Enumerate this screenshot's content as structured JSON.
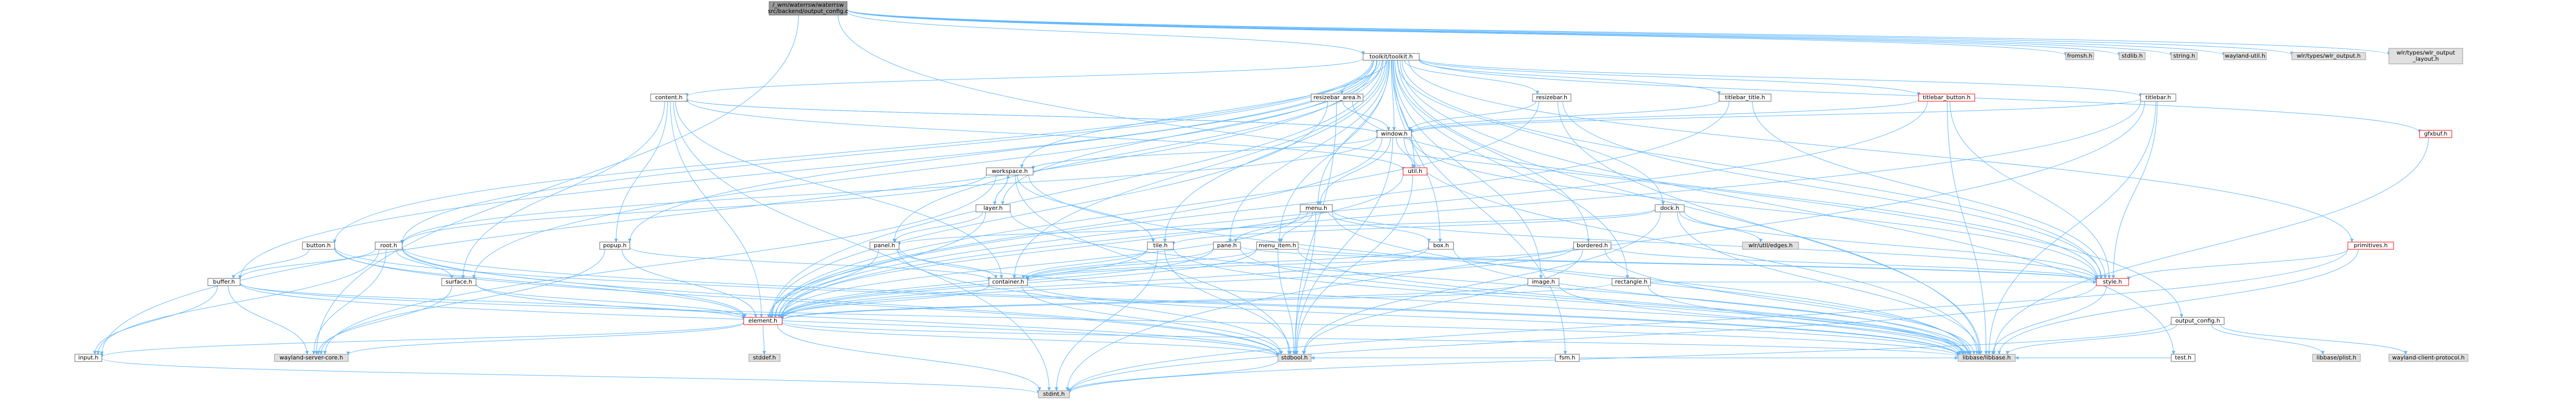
{
  "diagram": {
    "nodes": [
      {
        "id": "root_file",
        "label": "/_wm/waterrsw/waterrsw\nsrc/backend/output_config.c",
        "style": "current"
      },
      {
        "id": "toolkit",
        "label": "toolkit/toolkit.h",
        "style": "normal"
      },
      {
        "id": "fromsh",
        "label": "fromsh.h",
        "style": "gray"
      },
      {
        "id": "stdlib",
        "label": "stdlib.h",
        "style": "gray"
      },
      {
        "id": "string",
        "label": "string.h",
        "style": "gray"
      },
      {
        "id": "wayland_util",
        "label": "wayland-util.h",
        "style": "gray"
      },
      {
        "id": "wlr_output",
        "label": "wlr/types/wlr_output.h",
        "style": "gray"
      },
      {
        "id": "wlr_output_layout",
        "label": "wlr/types/wlr_output\n_layout.h",
        "style": "gray"
      },
      {
        "id": "content",
        "label": "content.h",
        "style": "normal"
      },
      {
        "id": "resizebar_area",
        "label": "resizebar_area.h",
        "style": "normal"
      },
      {
        "id": "resizebar",
        "label": "resizebar.h",
        "style": "normal"
      },
      {
        "id": "titlebar_title",
        "label": "titlebar_title.h",
        "style": "normal"
      },
      {
        "id": "titlebar_button",
        "label": "titlebar_button.h",
        "style": "red"
      },
      {
        "id": "titlebar",
        "label": "titlebar.h",
        "style": "normal"
      },
      {
        "id": "gfxbuf",
        "label": "gfxbuf.h",
        "style": "red"
      },
      {
        "id": "window",
        "label": "window.h",
        "style": "normal"
      },
      {
        "id": "util",
        "label": "util.h",
        "style": "red"
      },
      {
        "id": "workspace",
        "label": "workspace.h",
        "style": "normal"
      },
      {
        "id": "layer",
        "label": "layer.h",
        "style": "normal"
      },
      {
        "id": "menu",
        "label": "menu.h",
        "style": "normal"
      },
      {
        "id": "dock",
        "label": "dock.h",
        "style": "normal"
      },
      {
        "id": "wlr_edges",
        "label": "wlr/util/edges.h",
        "style": "gray"
      },
      {
        "id": "primitives",
        "label": "primitives.h",
        "style": "red"
      },
      {
        "id": "button",
        "label": "button.h",
        "style": "normal"
      },
      {
        "id": "root",
        "label": "root.h",
        "style": "normal"
      },
      {
        "id": "popup",
        "label": "popup.h",
        "style": "normal"
      },
      {
        "id": "panel",
        "label": "panel.h",
        "style": "normal"
      },
      {
        "id": "tile",
        "label": "tile.h",
        "style": "normal"
      },
      {
        "id": "menu_item",
        "label": "menu_item.h",
        "style": "normal"
      },
      {
        "id": "pane",
        "label": "pane.h",
        "style": "normal"
      },
      {
        "id": "box",
        "label": "box.h",
        "style": "normal"
      },
      {
        "id": "bordered",
        "label": "bordered.h",
        "style": "normal"
      },
      {
        "id": "buffer",
        "label": "buffer.h",
        "style": "normal"
      },
      {
        "id": "surface",
        "label": "surface.h",
        "style": "normal"
      },
      {
        "id": "container",
        "label": "container.h",
        "style": "normal"
      },
      {
        "id": "image",
        "label": "image.h",
        "style": "normal"
      },
      {
        "id": "rectangle",
        "label": "rectangle.h",
        "style": "normal"
      },
      {
        "id": "style",
        "label": "style.h",
        "style": "red"
      },
      {
        "id": "output_config",
        "label": "output_config.h",
        "style": "normal"
      },
      {
        "id": "element",
        "label": "element.h",
        "style": "red"
      },
      {
        "id": "fsm",
        "label": "fsm.h",
        "style": "normal"
      },
      {
        "id": "test",
        "label": "test.h",
        "style": "normal"
      },
      {
        "id": "input",
        "label": "input.h",
        "style": "normal"
      },
      {
        "id": "wayland_server_core",
        "label": "wayland-server-core.h",
        "style": "gray"
      },
      {
        "id": "stddef",
        "label": "stddef.h",
        "style": "gray"
      },
      {
        "id": "stdbool",
        "label": "stdbool.h",
        "style": "gray"
      },
      {
        "id": "libbase",
        "label": "libbase/libbase.h",
        "style": "gray"
      },
      {
        "id": "libbase_plist",
        "label": "libbase/plist.h",
        "style": "gray"
      },
      {
        "id": "wayland_client_protocol",
        "label": "wayland-client-protocol.h",
        "style": "gray"
      },
      {
        "id": "stdint",
        "label": "stdint.h",
        "style": "gray"
      }
    ],
    "colors": {
      "normal_fill": "#ffffff",
      "normal_stroke": "#666666",
      "gray_fill": "#e0e0e0",
      "gray_stroke": "#999999",
      "red_stroke": "#ff0000",
      "current_fill": "#999999",
      "current_stroke": "#666666",
      "edge": "#63b8ff"
    }
  }
}
